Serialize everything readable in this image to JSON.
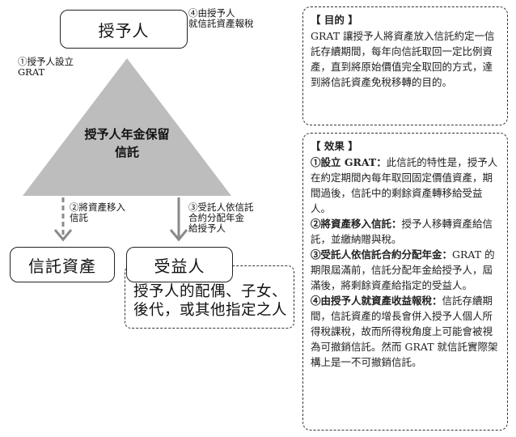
{
  "diagram": {
    "grantor_box": "授予人",
    "trust_label": "授予人年金保留\n信託",
    "trust_assets_box": "信託資產",
    "beneficiary_box": "受益人",
    "beneficiary_desc": "授予人的配偶、子女、\n後代，或其他指定之人",
    "step1": "①授予人設立\nGRAT",
    "step2": "②將資產移入\n信託",
    "step3": "③受託人依信託\n合約分配年金\n給授予人",
    "step4": "④由授予人\n就信託資產報稅"
  },
  "purpose_panel": {
    "title": "【 目的 】",
    "body": "GRAT 讓授予人將資產放入信託約定一信託存續期間，每年向信託取回一定比例資產，直到將原始價值完全取回的方式，達到將信託資產免稅移轉的目的。"
  },
  "effect_panel": {
    "title": "【 效果 】",
    "items": [
      {
        "head": "①設立 GRAT：",
        "text": "此信託的特性是，授予人在約定期間內每年取回固定價值資產，期間過後，信託中的剩餘資產轉移給受益人。"
      },
      {
        "head": "②將資產移入信託：",
        "text": "授予人移轉資產給信託，並繳納贈與稅。"
      },
      {
        "head": "③受託人依信託合約分配年金：",
        "text": "GRAT 的期限屆滿前，信託分配年金給授予人，屆滿後，將剩餘資產給指定的受益人。"
      },
      {
        "head": "④由授予人就資產收益報稅：",
        "text": "信託存續期間，信託資產的增長會併入授予人個人所得稅課稅，故而所得稅角度上可能會被視為可撤銷信託。然而 GRAT 就信託實際架構上是一不可撤銷信託。"
      }
    ]
  },
  "colors": {
    "triangle": "#bdbdbd",
    "arrow": "#8a8a8a"
  }
}
